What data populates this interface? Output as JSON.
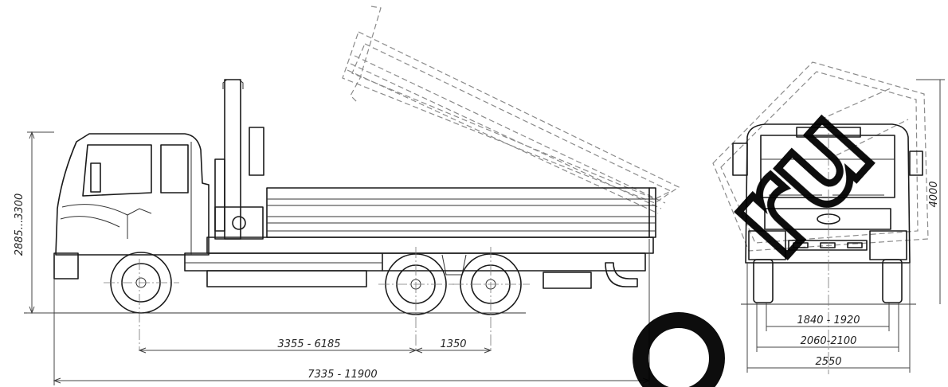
{
  "dimensions": {
    "height": "2885...3300",
    "cab_to_axle": "3355 - 6185",
    "rear_axle_spacing": "1350",
    "overall_length": "7335 - 11900",
    "track_rear": "1840 - 1920",
    "track_front": "2060-2100",
    "overall_width": "2550",
    "tipped_height": "4000"
  },
  "watermark": {
    "text": "ru"
  }
}
